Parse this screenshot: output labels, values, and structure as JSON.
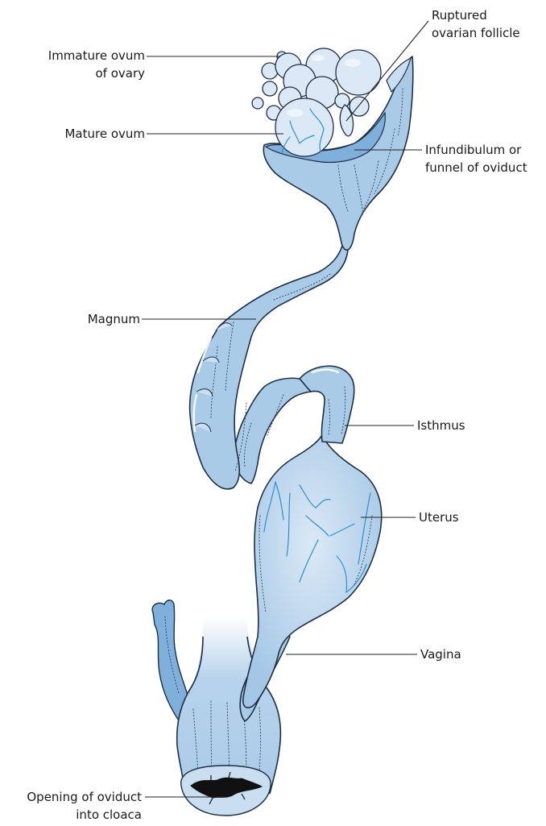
{
  "labels": {
    "immature_ovum_1": "Immature ovum",
    "immature_ovum_2": "of ovary",
    "ruptured_1": "Ruptured",
    "ruptured_2": "ovarian follicle",
    "mature_ovum": "Mature ovum",
    "infundibulum_1": "Infundibulum or",
    "infundibulum_2": "funnel of oviduct",
    "magnum": "Magnum",
    "isthmus": "Isthmus",
    "uterus": "Uterus",
    "vagina": "Vagina",
    "opening_1": "Opening of oviduct",
    "opening_2": "into cloaca"
  },
  "colors": {
    "tissue": "#a9cbe8",
    "tissue_light": "#c9def1",
    "outline": "#1f2f45",
    "vessel": "#2f8fd0"
  }
}
